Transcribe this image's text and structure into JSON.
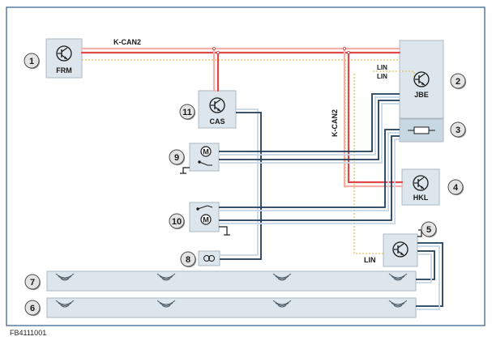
{
  "colors": {
    "frame": "#2c5a8c",
    "box_fill": "#dde6ec",
    "box_stroke": "#aab9c4",
    "can_red": "#e04848",
    "can_light": "#f4b0a8",
    "lin_yellow": "#e0c060",
    "wire_dark": "#1f3c5a",
    "wire_light": "#c8d6e2",
    "callout_fill": "#e4e4e4"
  },
  "labels": {
    "k_can2_top": "K-CAN2",
    "k_can2_vertical": "K-CAN2",
    "lin_1": "LIN",
    "lin_2": "LIN",
    "lin_bottom": "LIN",
    "frm": "FRM",
    "jbe": "JBE",
    "cas": "CAS",
    "hkl": "HKL",
    "figure_id": "FB4111001"
  },
  "callouts": [
    "1",
    "2",
    "3",
    "4",
    "5",
    "6",
    "7",
    "8",
    "9",
    "10",
    "11"
  ],
  "icons": {
    "transistor": "transistor-icon",
    "motor": "motor-icon",
    "fuse": "fuse-icon",
    "antenna": "antenna-wave-icon",
    "switch": "switch-icon",
    "ring_antenna": "ring-antenna-icon"
  }
}
